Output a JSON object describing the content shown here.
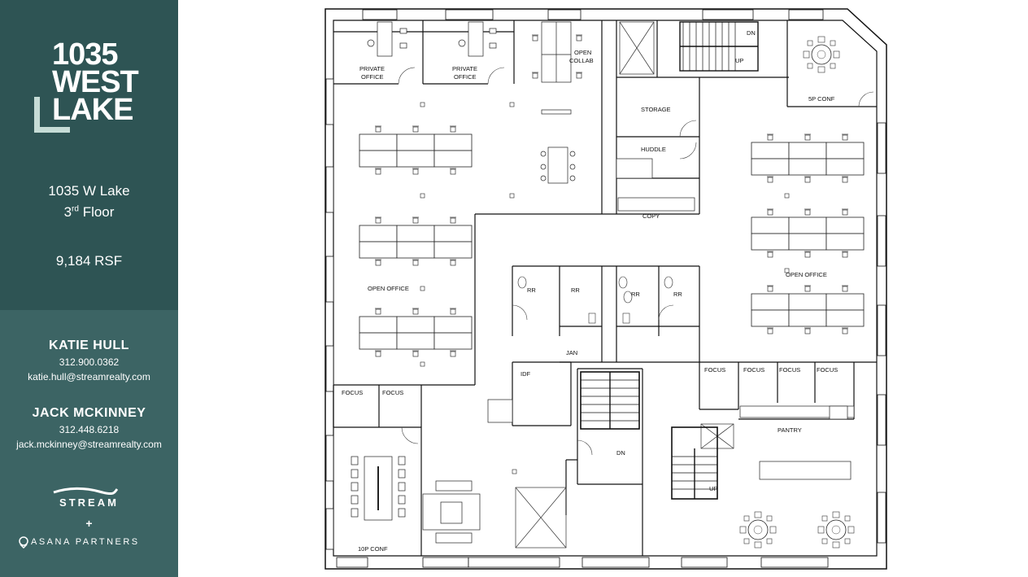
{
  "logo": {
    "line1": "1035",
    "line2": "WEST",
    "line3": "LAKE"
  },
  "property": {
    "address": "1035 W Lake",
    "floor_num": "3",
    "floor_suffix": "rd",
    "floor_word": "Floor",
    "rsf": "9,184 RSF"
  },
  "contacts": [
    {
      "name": "KATIE HULL",
      "phone": "312.900.0362",
      "email": "katie.hull@streamrealty.com"
    },
    {
      "name": "JACK MCKINNEY",
      "phone": "312.448.6218",
      "email": "jack.mckinney@streamrealty.com"
    }
  ],
  "brands": {
    "stream": "STREAM",
    "plus": "+",
    "asana": "ASANA PARTNERS"
  },
  "rooms": {
    "private_office_1_a": "PRIVATE",
    "private_office_1_b": "OFFICE",
    "private_office_2_a": "PRIVATE",
    "private_office_2_b": "OFFICE",
    "open_collab_a": "OPEN",
    "open_collab_b": "COLLAB",
    "dn": "DN",
    "up": "UP",
    "conf_5p": "5P CONF",
    "storage": "STORAGE",
    "huddle": "HUDDLE",
    "copy": "COPY",
    "open_office_left": "OPEN OFFICE",
    "open_office_right": "OPEN OFFICE",
    "rr1": "RR",
    "rr2": "RR",
    "rr3": "RR",
    "rr4": "RR",
    "jan": "JAN",
    "idf": "IDF",
    "focus1": "FOCUS",
    "focus2": "FOCUS",
    "focus3": "FOCUS",
    "focus4": "FOCUS",
    "focus5": "FOCUS",
    "focus6": "FOCUS",
    "pantry": "PANTRY",
    "stair_dn": "DN",
    "stair_up": "UP",
    "conf_10p": "10P CONF"
  },
  "colors": {
    "sidebar_top": "#2e5454",
    "sidebar_bottom": "#3c6464",
    "logo_accent": "#c6dcd6"
  }
}
